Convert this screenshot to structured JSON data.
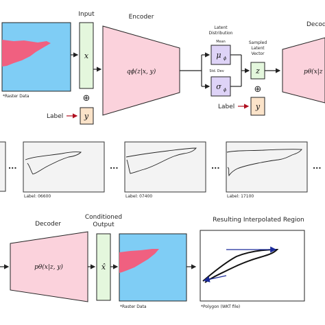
{
  "top": {
    "input_label": "Input",
    "encoder_label": "Encoder",
    "decoder_label_partial": "Decod",
    "latent_distribution_label": [
      "Latent",
      "Distribution"
    ],
    "mean_label": "Mean",
    "std_label": "Std. Dev",
    "sampled_latent_label": [
      "Sampled",
      "Latent",
      "Vector"
    ],
    "raster_caption": "*Raster Data",
    "label_text": "Label",
    "x_symbol": "x",
    "y_symbol": "y",
    "z_symbol": "z",
    "mu_symbol": "μ",
    "mu_sub": "ϕ",
    "sigma_symbol": "σ",
    "sigma_sub": "ϕ",
    "encoder_formula": "qϕ(z|x, y)",
    "decoder_formula_partial": "pθ(x|z",
    "oplus": "⊕"
  },
  "middle": {
    "dots": "...",
    "panels": [
      {
        "caption": ""
      },
      {
        "caption": "Label: 06600"
      },
      {
        "caption": "Label: 07400"
      },
      {
        "caption": "Label: 17100"
      }
    ]
  },
  "bottom": {
    "decoder_label": "Decoder",
    "conditioned_output_label": [
      "Conditioned",
      "Output"
    ],
    "resulting_label": "Resulting Interpolated Region",
    "decoder_formula": "pθ(x|z, y)",
    "xhat_symbol": "x̂",
    "raster_caption": "*Raster Data",
    "polygon_caption": "*Polygon (WKT file)"
  },
  "colors": {
    "raster_bg": "#7fcdf5",
    "raster_shape": "#f06080",
    "green_box": "#e4f7dd",
    "orange_box": "#fbe3c9",
    "purple_box": "#ded3f7",
    "funnel": "#fbd2dc",
    "arrow_red": "#b01020",
    "panel_bg": "#f3f3f3"
  }
}
